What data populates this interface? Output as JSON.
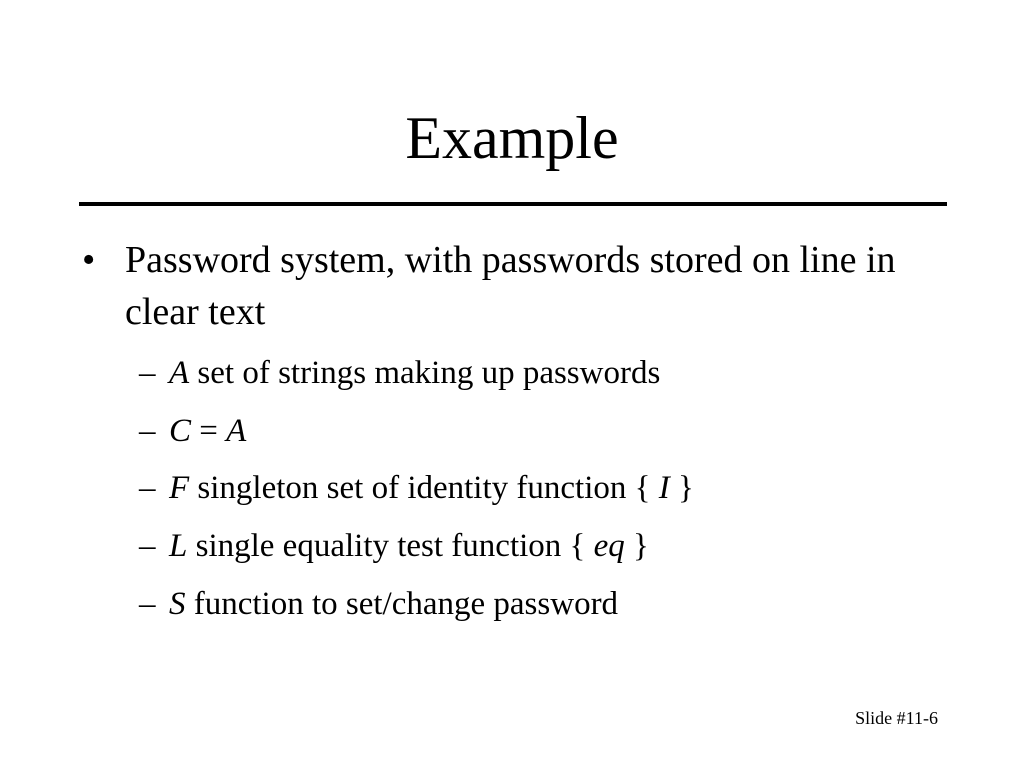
{
  "slide": {
    "title": "Example",
    "bullet": {
      "marker": "•",
      "text": "Password system, with passwords stored on line in clear text"
    },
    "subpoints": [
      {
        "dash": "–",
        "symbol": "A",
        "rest": " set of strings making up passwords"
      },
      {
        "dash": "–",
        "symbol": "C",
        "rest": " = ",
        "symbol2": "A"
      },
      {
        "dash": "–",
        "symbol": "F",
        "rest": " singleton set of identity function { ",
        "symbol2": "I",
        "rest2": " }"
      },
      {
        "dash": "–",
        "symbol": "L",
        "rest": " single equality test function { ",
        "symbol2": "eq",
        "rest2": " }"
      },
      {
        "dash": "–",
        "symbol": "S",
        "rest": " function to set/change password"
      }
    ],
    "footer": "Slide #11-6"
  }
}
